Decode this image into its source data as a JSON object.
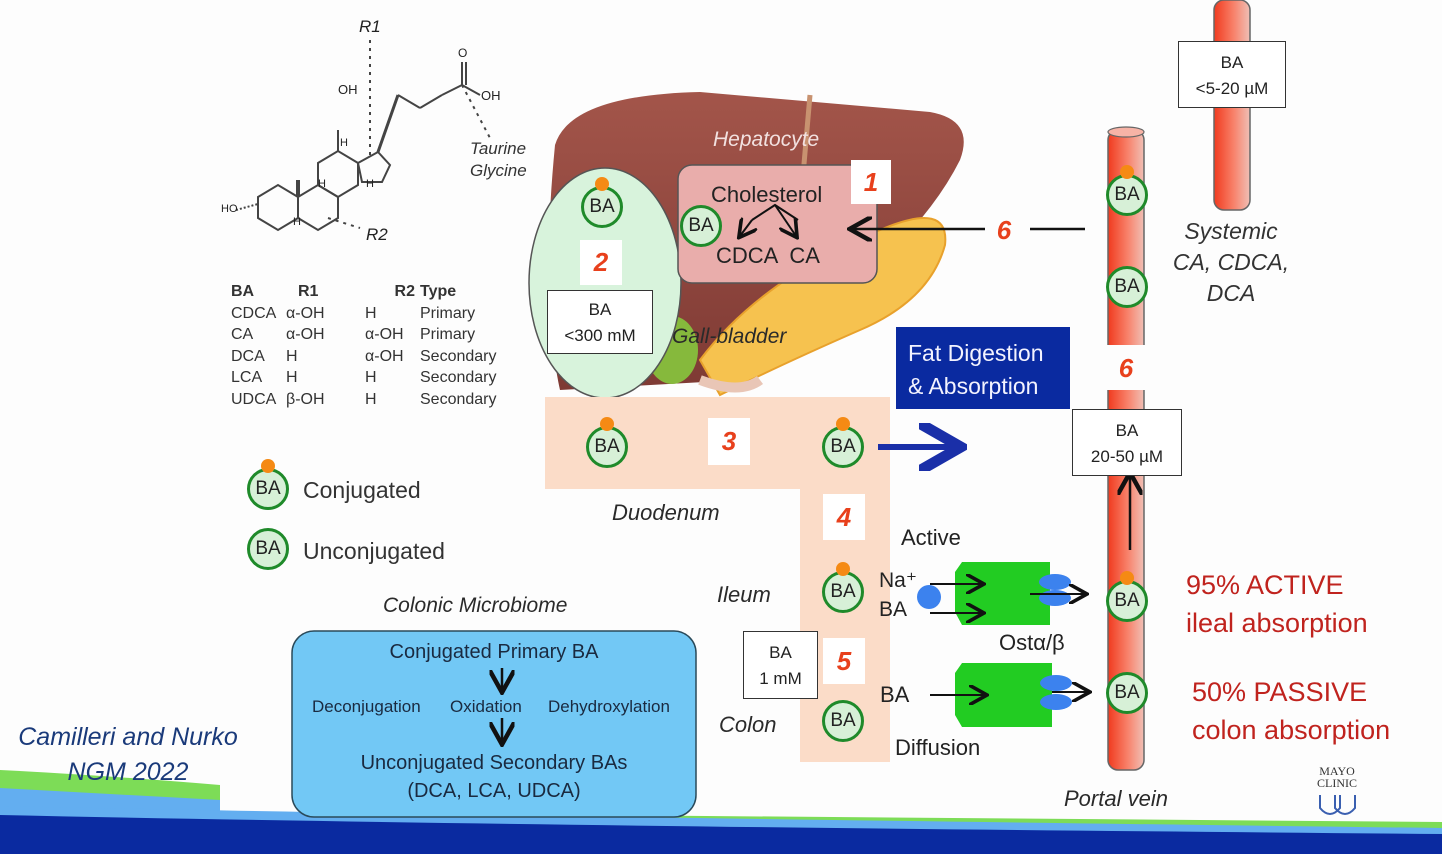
{
  "structure": {
    "r1_label": "R1",
    "r2_label": "R2",
    "oh_top": "OH",
    "oh_acid": "OH",
    "o_label": "O",
    "ho_label": "HO",
    "h_label": "H",
    "conjugate_label_1": "Taurine",
    "conjugate_label_2": "Glycine"
  },
  "ba_table": {
    "headers": [
      "BA",
      "R1",
      "R2",
      "Type"
    ],
    "rows": [
      [
        "CDCA",
        "α-OH",
        "H",
        "Primary"
      ],
      [
        "CA",
        "α-OH",
        "α-OH",
        "Primary"
      ],
      [
        "DCA",
        "H",
        "α-OH",
        "Secondary"
      ],
      [
        "LCA",
        "H",
        "H",
        "Secondary"
      ],
      [
        "UDCA",
        "β-OH",
        "H",
        "Secondary"
      ]
    ]
  },
  "legend": {
    "ba_symbol": "BA",
    "conjugated": "Conjugated",
    "unconjugated": "Unconjugated"
  },
  "ba_symbol": "BA",
  "liver": {
    "hepatocyte_label": "Hepatocyte",
    "cholesterol": "Cholesterol",
    "products": "CDCA  CA",
    "step": "1"
  },
  "gallbladder": {
    "label": "Gall-bladder",
    "step": "2",
    "conc_label": "BA",
    "conc_value": "<300 mM"
  },
  "duodenum": {
    "label": "Duodenum",
    "step": "3",
    "fat_box_line1": "Fat Digestion",
    "fat_box_line2": "& Absorption"
  },
  "ileum": {
    "label": "Ileum",
    "step": "4",
    "active_label": "Active",
    "na_label": "Na⁺",
    "ba_label": "BA",
    "transporter_label": "Ostα/β",
    "absorption_line1": "95% ACTIVE",
    "absorption_line2": "ileal absorption"
  },
  "colon": {
    "label": "Colon",
    "step": "5",
    "conc_label": "BA",
    "conc_value": "1 mM",
    "ba_label": "BA",
    "diffusion_label": "Diffusion",
    "absorption_line1": "50% PASSIVE",
    "absorption_line2": "colon absorption"
  },
  "portal_vein": {
    "label": "Portal vein",
    "step": "6",
    "conc_label": "BA",
    "conc_value": "20-50 µM"
  },
  "return_step": "6",
  "systemic": {
    "conc_label": "BA",
    "conc_value": "<5-20 µM",
    "line1": "Systemic",
    "line2": "CA, CDCA,",
    "line3": "DCA"
  },
  "microbiome": {
    "title": "Colonic Microbiome",
    "top": "Conjugated Primary BA",
    "process1": "Deconjugation",
    "process2": "Oxidation",
    "process3": "Dehydroxylation",
    "bottom1": "Unconjugated Secondary BAs",
    "bottom2": "(DCA, LCA, UDCA)"
  },
  "citation": {
    "line1": "Camilleri and Nurko",
    "line2": "NGM 2022"
  },
  "logo": {
    "line1": "MAYO",
    "line2": "CLINIC"
  },
  "colors": {
    "step_number": "#e8401c",
    "ba_ring": "#1f8a2a",
    "conjugate_dot": "#f58a14",
    "absorption_text": "#c0231e",
    "fat_box": "#0a2aa0",
    "microbiome_box": "#72c8f5",
    "vein": "#f2553a",
    "transporter": "#22cc22"
  }
}
